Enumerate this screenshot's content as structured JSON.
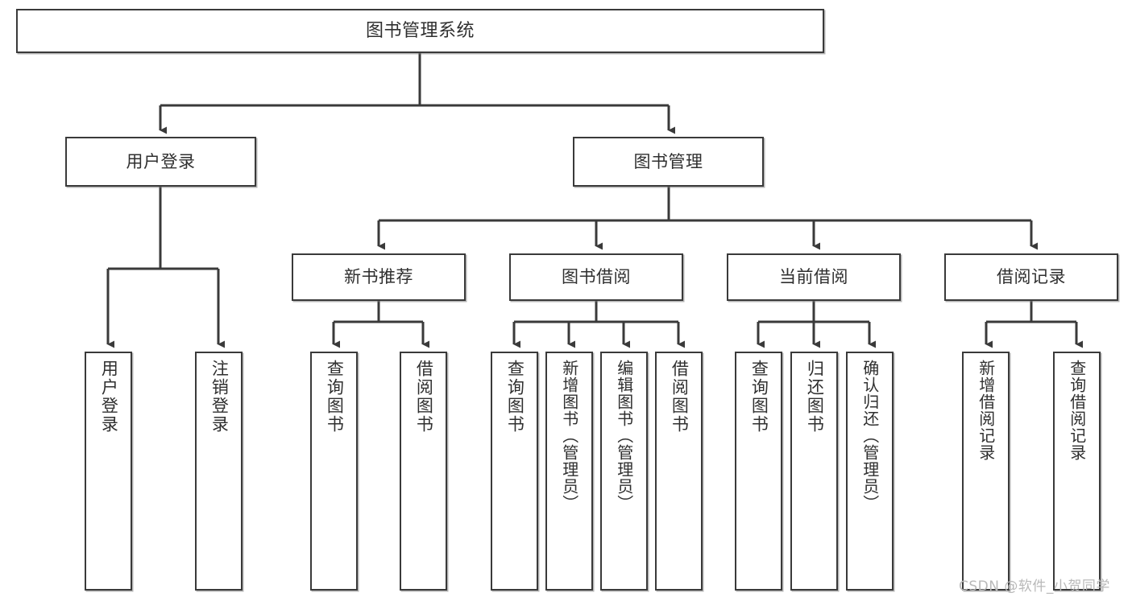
{
  "diagram": {
    "title": "图书管理系统",
    "type": "tree-hierarchy",
    "root": {
      "label": "图书管理系统"
    },
    "level2": [
      {
        "label": "用户登录"
      },
      {
        "label": "图书管理"
      }
    ],
    "level3": [
      {
        "label": "新书推荐"
      },
      {
        "label": "图书借阅"
      },
      {
        "label": "当前借阅"
      },
      {
        "label": "借阅记录"
      }
    ],
    "leaves": {
      "user_login": [
        {
          "label": "用户登录"
        },
        {
          "label": "注销登录"
        }
      ],
      "new_book_recommend": [
        {
          "label": "查询图书"
        },
        {
          "label": "借阅图书"
        }
      ],
      "book_borrow": [
        {
          "label": "查询图书"
        },
        {
          "label": "新增图书（管理员）"
        },
        {
          "label": "编辑图书（管理员）"
        },
        {
          "label": "借阅图书"
        }
      ],
      "current_borrow": [
        {
          "label": "查询图书"
        },
        {
          "label": "归还图书"
        },
        {
          "label": "确认归还（管理员）"
        }
      ],
      "borrow_record": [
        {
          "label": "新增借阅记录"
        },
        {
          "label": "查询借阅记录"
        }
      ]
    }
  },
  "watermark": {
    "text": "CSDN @软件_小贺同学"
  },
  "colors": {
    "border": "#3a3a3a",
    "text": "#2f2f2f",
    "background": "#ffffff",
    "watermark": "#b9b9b9"
  }
}
